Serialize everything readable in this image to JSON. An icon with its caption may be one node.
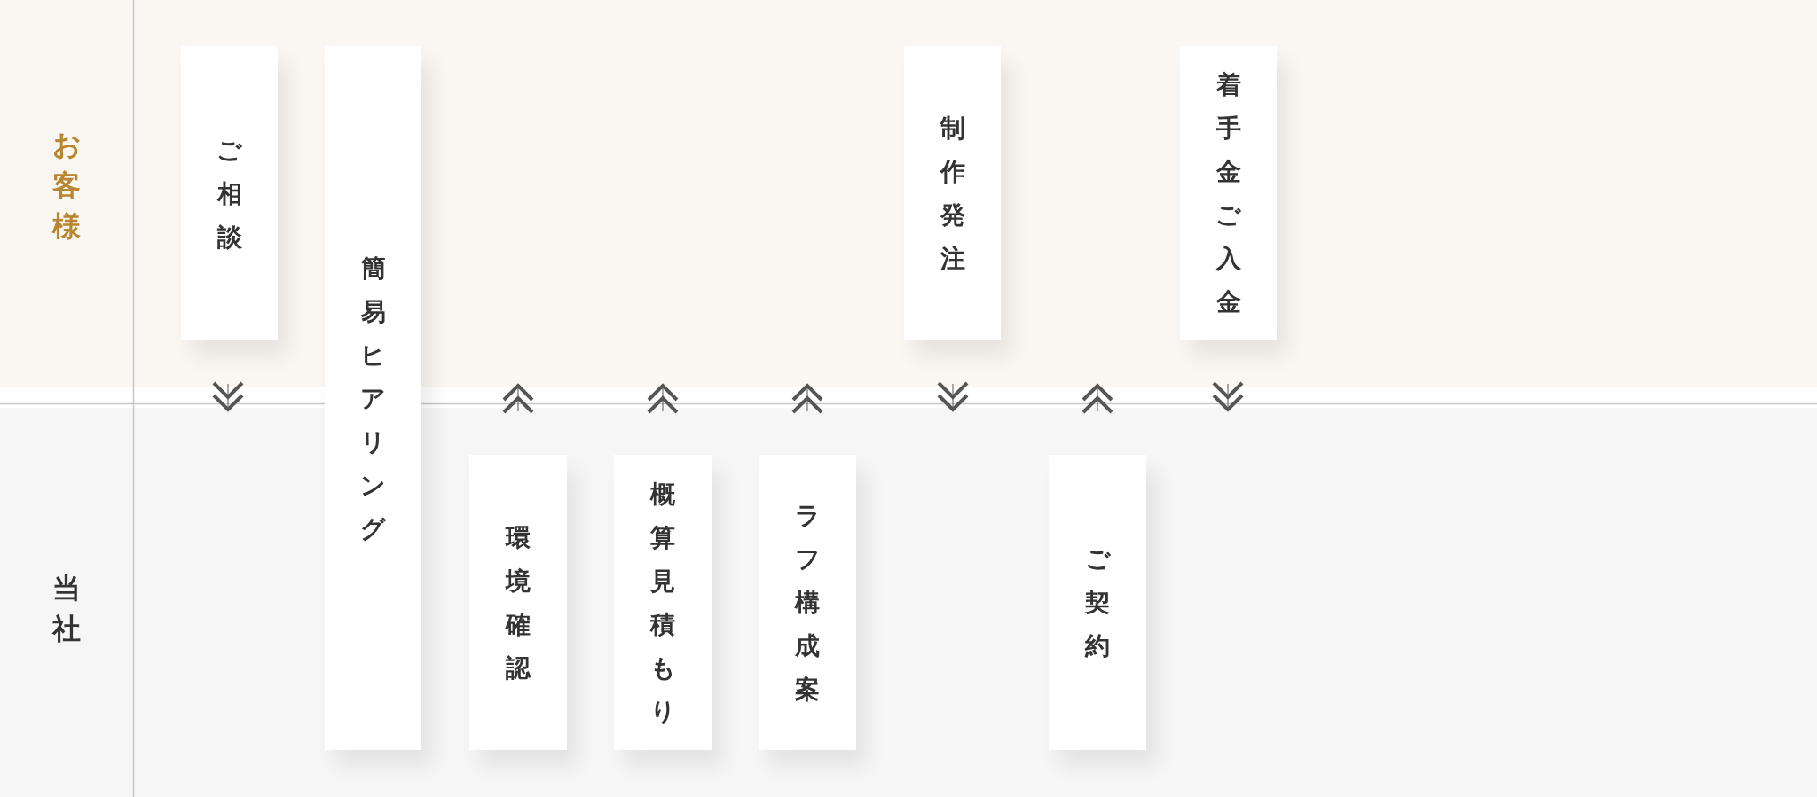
{
  "diagram": {
    "nodes": [
      {
        "text": [
          "お客様"
        ]
      },
      {
        "text": [
          "当社"
        ]
      },
      {
        "text": [
          "ご相談"
        ],
        "in": 0
      },
      {
        "text": [
          "簡易ヒアリング"
        ]
      },
      {
        "text": [
          "環境確認"
        ],
        "in": 1
      },
      {
        "text": [
          "概算見積もり"
        ],
        "in": 1
      },
      {
        "text": [
          "ラフ構成案"
        ],
        "in": 1
      },
      {
        "text": [
          "制作発注"
        ],
        "in": 0
      },
      {
        "text": [
          "ご契約"
        ],
        "in": 1
      },
      {
        "text": [
          "着手金ご入金"
        ],
        "in": 0
      }
    ],
    "edges": [
      {
        "from": 0,
        "to": 1,
        "arrow": "to"
      },
      {
        "from": 1,
        "to": 0,
        "arrow": "to"
      },
      {
        "from": 1,
        "to": 0,
        "arrow": "to"
      },
      {
        "from": 1,
        "to": 0,
        "arrow": "to"
      },
      {
        "from": 0,
        "to": 1,
        "arrow": "to"
      },
      {
        "from": 1,
        "to": 0,
        "arrow": "to"
      },
      {
        "from": 0,
        "to": 1,
        "arrow": "to"
      }
    ]
  }
}
